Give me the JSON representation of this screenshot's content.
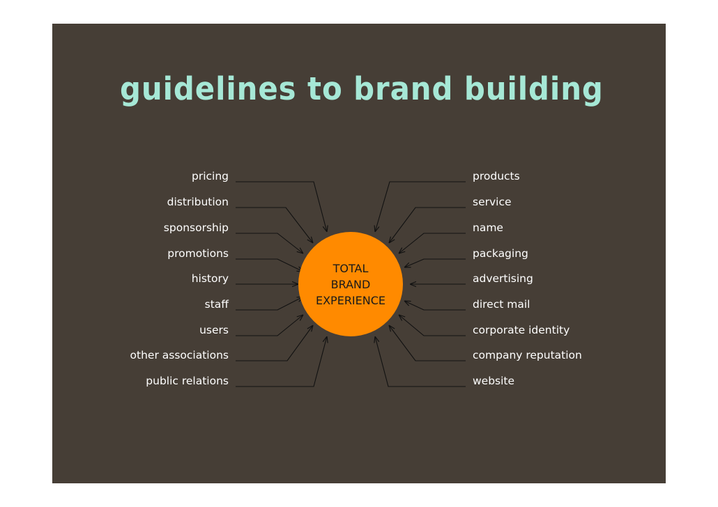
{
  "title": "guidelines to brand building",
  "center": {
    "lines": [
      "TOTAL",
      "BRAND",
      "EXPERIENCE"
    ],
    "color": "#ff8a00"
  },
  "left_items": [
    "pricing",
    "distribution",
    "sponsorship",
    "promotions",
    "history",
    "staff",
    "users",
    "other associations",
    "public relations"
  ],
  "right_items": [
    "products",
    "service",
    "name",
    "packaging",
    "advertising",
    "direct mail",
    "corporate identity",
    "company reputation",
    "website"
  ],
  "colors": {
    "background": "#463e36",
    "title": "#a6e8d6",
    "text": "#ffffff",
    "connector": "#111111"
  }
}
